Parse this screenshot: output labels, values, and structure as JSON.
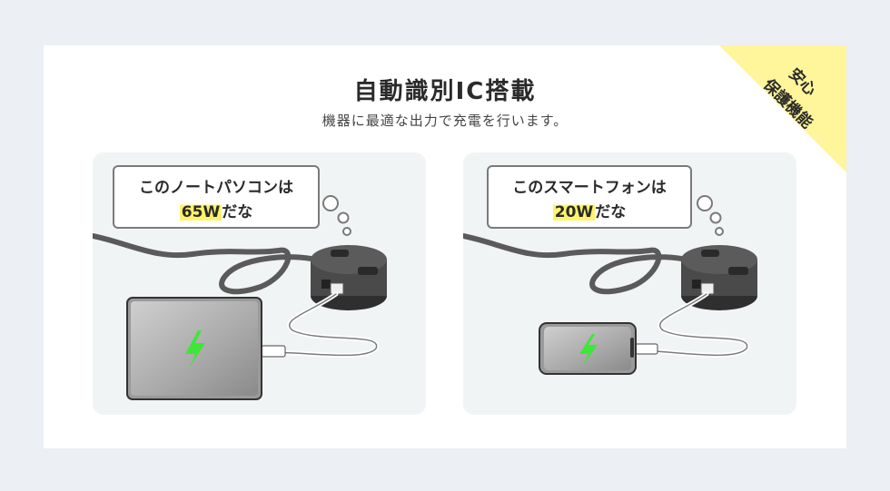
{
  "header": {
    "title": "自動識別IC搭載",
    "subtitle": "機器に最適な出力で充電を行います。"
  },
  "badge": {
    "line1": "安心",
    "line2": "保護機能",
    "color": "#fff59a"
  },
  "panels": [
    {
      "device": "laptop",
      "bubble_line1": "このノートパソコンは",
      "bubble_watt": "65W",
      "bubble_suffix": "だな"
    },
    {
      "device": "smartphone",
      "bubble_line1": "このスマートフォンは",
      "bubble_watt": "20W",
      "bubble_suffix": "だな"
    }
  ],
  "colors": {
    "highlight": "#fff36b",
    "bolt": "#3fe63a",
    "hub": "#4a4a4a"
  },
  "icons": [
    "charging-bolt-icon",
    "thought-bubble-icon"
  ]
}
